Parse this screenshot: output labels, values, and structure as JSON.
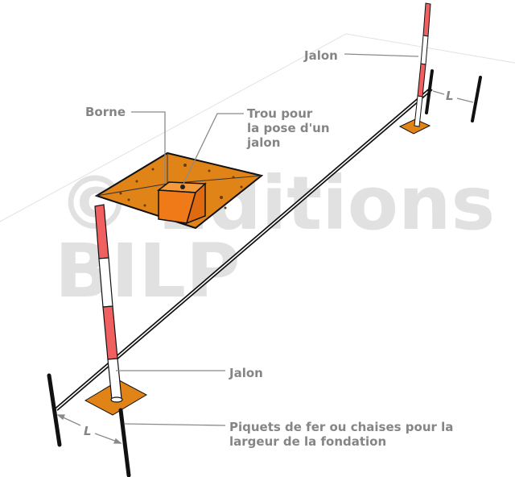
{
  "labels": {
    "borne": "Borne",
    "trou_line1": "Trou pour",
    "trou_line2": "la pose d'un",
    "trou_line3": "jalon",
    "jalon_top": "Jalon",
    "jalon_bottom": "Jalon",
    "piquets_line1": "Piquets de fer ou chaises pour la",
    "piquets_line2": "largeur de la fondation",
    "width_left": "L",
    "width_right": "L"
  },
  "watermark": {
    "line1": "© Editions",
    "line2": "BILP"
  },
  "colors": {
    "orange": "#e07a10",
    "red": "#f06060",
    "label": "#858585"
  }
}
